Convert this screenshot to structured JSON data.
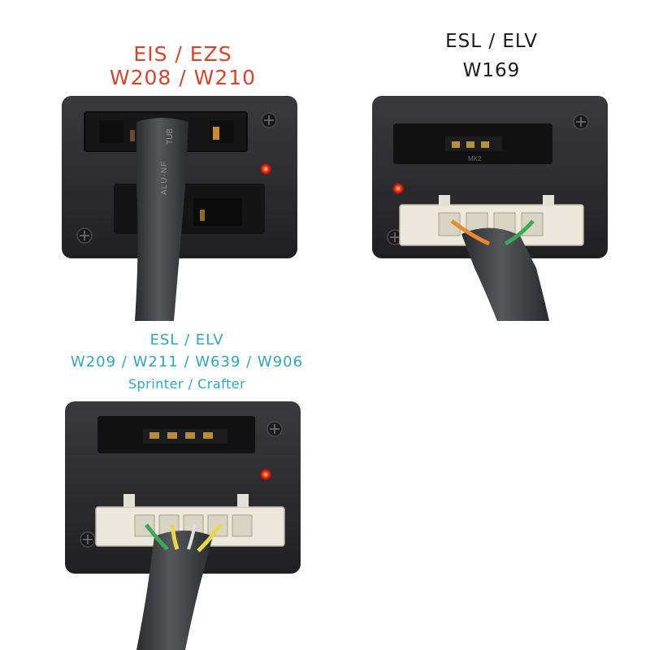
{
  "panels": [
    {
      "id": "eis-ezs",
      "lines": [
        "EIS / EZS",
        "W208 / W210"
      ],
      "color": "#d9452b"
    },
    {
      "id": "esl-elv-w169",
      "lines": [
        "ESL / ELV",
        "W169"
      ],
      "color": "#1b1b1b"
    },
    {
      "id": "esl-elv-w209",
      "lines": [
        "ESL / ELV",
        "W209 / W211 / W639 / W906",
        "Sprinter / Crafter"
      ],
      "color": "#2aa9bf"
    }
  ],
  "device_color": "#2b2b2d",
  "led_color": "#ff3b1f",
  "cable_color": "#3a3b3e",
  "cable_print": "TUB",
  "connector_mark": "MK2",
  "wire_colors": [
    "#e88a2a",
    "#3aa857",
    "#e6d84a",
    "#e0e0e0"
  ]
}
